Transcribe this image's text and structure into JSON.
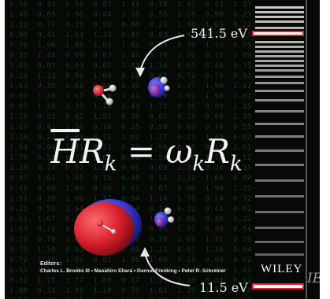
{
  "equation": "H̄R_k = ω_kR_k",
  "energy_top": "541.5 eV",
  "energy_bottom": "11.5 eV",
  "editors_title": "Editors:",
  "editors_names": "Charles L. Brooks III • Masahiro Ehara • Gernot Frenking • Peter R. Schreiner",
  "publisher": "WILEY",
  "axis_label": "IE",
  "colors": {
    "background": "#060906",
    "matrix_text": "#1d3b1d",
    "highlight_box": "#e0202a",
    "orbital_red": "#d8202c",
    "orbital_blue": "#3a3ad8"
  }
}
